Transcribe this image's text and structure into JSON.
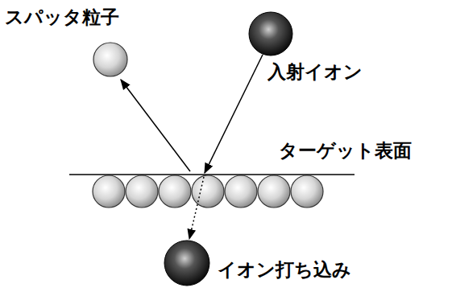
{
  "diagram": {
    "labels": [
      "スパッタ粒子",
      "入射イオン",
      "ターゲット表面",
      "イオン打ち込み"
    ]
  }
}
